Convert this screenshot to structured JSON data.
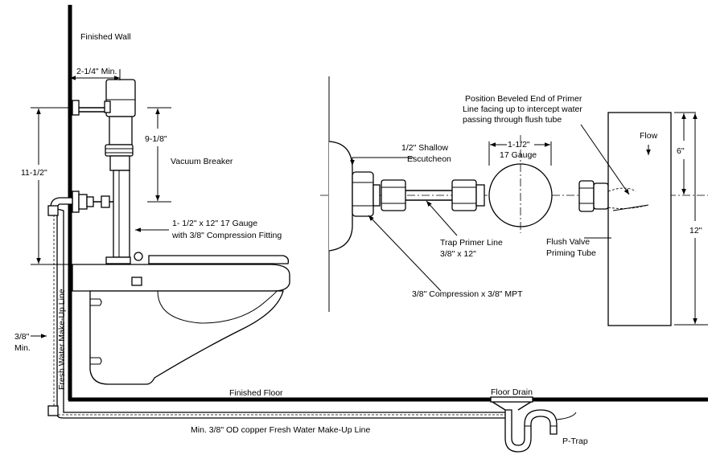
{
  "labels": {
    "finished_wall": "Finished Wall",
    "min_2_1_4": "2-1/4\" Min.",
    "dim_9_1_8": "9-1/8\"",
    "vacuum_breaker": "Vacuum Breaker",
    "dim_11_1_2": "11-1/2\"",
    "gauge_tube_line1": "1- 1/2\" x 12\" 17 Gauge",
    "gauge_tube_line2": "with 3/8\" Compression Fitting",
    "make_up_line_vertical": "Fresh Water Make-Up Line",
    "min_3_8_line1": "3/8\"",
    "min_3_8_line2": "Min.",
    "finished_floor": "Finished Floor",
    "floor_drain": "Floor Drain",
    "p_trap": "P-Trap",
    "make_up_line_bottom": "Min. 3/8\" OD copper Fresh Water Make-Up Line",
    "escutcheon_line1": "1/2\" Shallow",
    "escutcheon_line2": "Escutcheon",
    "dim_1_1_2": "1-1/2\"",
    "gauge_17": "17 Gauge",
    "position_line1": "Position Beveled End of Primer",
    "position_line2": "Line facing up to intercept water",
    "position_line3": "passing through flush tube",
    "flow": "Flow",
    "dim_6": "6\"",
    "dim_12": "12\"",
    "trap_primer_line1": "Trap Primer Line",
    "trap_primer_line2": "3/8\" x 12\"",
    "flush_valve_line1": "Flush Valve",
    "flush_valve_line2": "Priming Tube",
    "compression": "3/8\" Compression x 3/8\" MPT"
  }
}
